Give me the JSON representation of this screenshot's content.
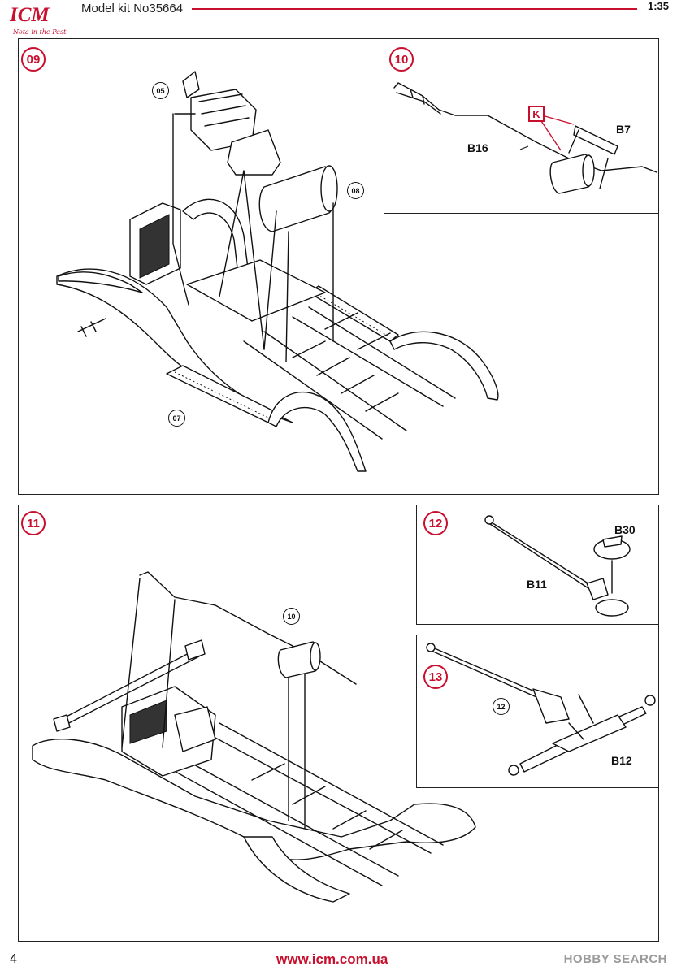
{
  "header": {
    "brand": "ICM",
    "tagline": "Nota in the Past",
    "kit_title": "Model kit No35664",
    "scale": "1:35"
  },
  "steps": {
    "s09": {
      "number": "09",
      "refs": [
        "05",
        "08",
        "07"
      ]
    },
    "s10": {
      "number": "10",
      "parts": [
        "B16",
        "B7"
      ],
      "marker": "K"
    },
    "s11": {
      "number": "11",
      "refs": [
        "10"
      ]
    },
    "s12": {
      "number": "12",
      "parts": [
        "B30",
        "B11"
      ]
    },
    "s13": {
      "number": "13",
      "refs": [
        "12"
      ],
      "parts": [
        "B12"
      ]
    }
  },
  "footer": {
    "page_number": "4",
    "url": "www.icm.com.ua",
    "watermark": "HOBBY SEARCH"
  },
  "colors": {
    "accent": "#c8102e",
    "ink": "#111111",
    "watermark": "#9a9a9a"
  }
}
